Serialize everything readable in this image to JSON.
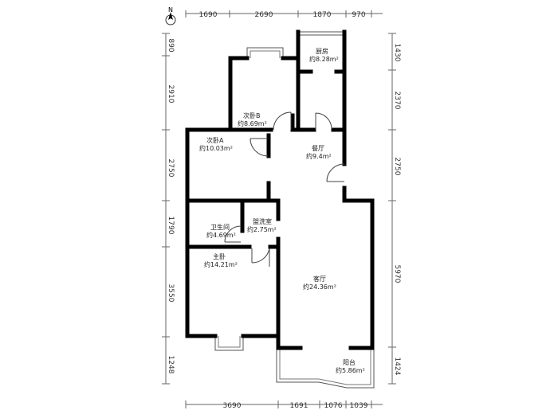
{
  "compass": {
    "label": "N"
  },
  "dimensions": {
    "top": [
      "1690",
      "2690",
      "1870",
      "970"
    ],
    "bottom": [
      "3690",
      "1691",
      "1076",
      "1039"
    ],
    "left": [
      "890",
      "2910",
      "2750",
      "1790",
      "3550",
      "1248"
    ],
    "right": [
      "1430",
      "2370",
      "2750",
      "5970",
      "1424"
    ]
  },
  "rooms": {
    "kitchen": {
      "name": "厨房",
      "area": "约8.28m²"
    },
    "bedroom_b": {
      "name": "次卧B",
      "area": "约8.69m²"
    },
    "bedroom_a": {
      "name": "次卧A",
      "area": "约10.03m²"
    },
    "dining": {
      "name": "餐厅",
      "area": "约9.4m²"
    },
    "bathroom": {
      "name": "卫生间",
      "area": "约4.69m²"
    },
    "laundry": {
      "name": "盥洗室",
      "area": "约2.75m²"
    },
    "master": {
      "name": "主卧",
      "area": "约14.21m²"
    },
    "living": {
      "name": "客厅",
      "area": "约24.36m²"
    },
    "balcony": {
      "name": "阳台",
      "area": "约5.86m²"
    }
  }
}
